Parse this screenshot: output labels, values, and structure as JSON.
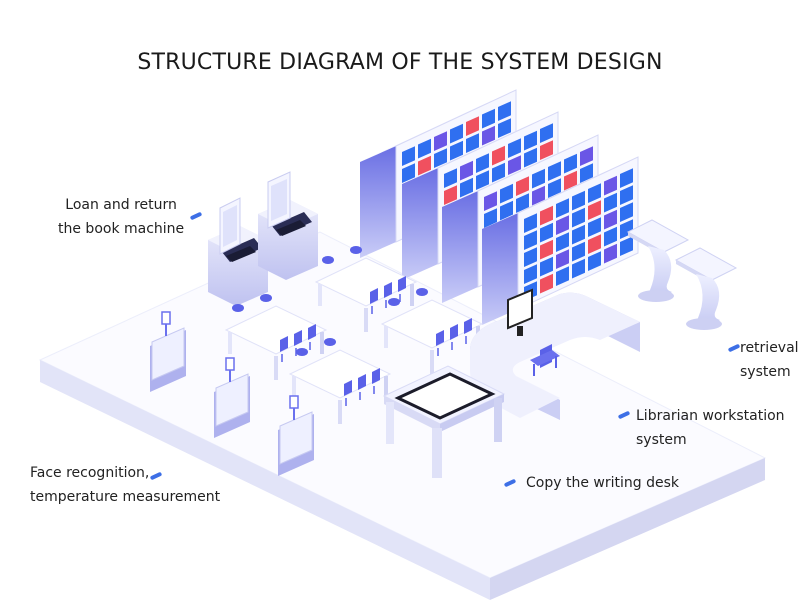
{
  "title": "STRUCTURE DIAGRAM OF THE SYSTEM DESIGN",
  "labels": {
    "loan": {
      "line1": "Loan and return",
      "line2": "the book machine"
    },
    "face": {
      "line1": "Face recognition,",
      "line2": "temperature measurement"
    },
    "retrieval": {
      "line1": "retrieval",
      "line2": "system"
    },
    "librarian": {
      "line1": "Librarian workstation",
      "line2": "system"
    },
    "copy": {
      "line1": "Copy the writing desk"
    }
  },
  "colors": {
    "floor_top": "#fbfbff",
    "floor_left": "#e2e4f8",
    "floor_right": "#d4d6f1",
    "book_blue": "#2f6ff0",
    "book_purple": "#6a56e6",
    "book_red": "#f0505f",
    "chair": "#5a61e8",
    "accent_tick": "#3d6fe6"
  }
}
